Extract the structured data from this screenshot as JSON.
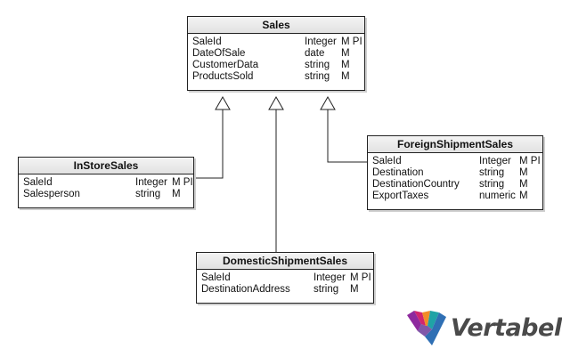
{
  "entities": {
    "sales": {
      "name": "Sales",
      "columns": [
        {
          "name": "SaleId",
          "type": "Integer",
          "flags": "M PI"
        },
        {
          "name": "DateOfSale",
          "type": "date",
          "flags": "M"
        },
        {
          "name": "CustomerData",
          "type": "string",
          "flags": "M"
        },
        {
          "name": "ProductsSold",
          "type": "string",
          "flags": "M"
        }
      ]
    },
    "instore": {
      "name": "InStoreSales",
      "columns": [
        {
          "name": "SaleId",
          "type": "Integer",
          "flags": "M PI"
        },
        {
          "name": "Salesperson",
          "type": "string",
          "flags": "M"
        }
      ]
    },
    "foreign": {
      "name": "ForeignShipmentSales",
      "columns": [
        {
          "name": "SaleId",
          "type": "Integer",
          "flags": "M PI"
        },
        {
          "name": "Destination",
          "type": "string",
          "flags": "M"
        },
        {
          "name": "DestinationCountry",
          "type": "string",
          "flags": "M"
        },
        {
          "name": "ExportTaxes",
          "type": "numeric",
          "flags": "M"
        }
      ]
    },
    "domestic": {
      "name": "DomesticShipmentSales",
      "columns": [
        {
          "name": "SaleId",
          "type": "Integer",
          "flags": "M PI"
        },
        {
          "name": "DestinationAddress",
          "type": "string",
          "flags": "M"
        }
      ]
    }
  },
  "logo": {
    "text": "Vertabelo",
    "colors": [
      "#8e2a9e",
      "#d2266e",
      "#f28c28",
      "#1fa3a6",
      "#2f6fb4"
    ]
  }
}
